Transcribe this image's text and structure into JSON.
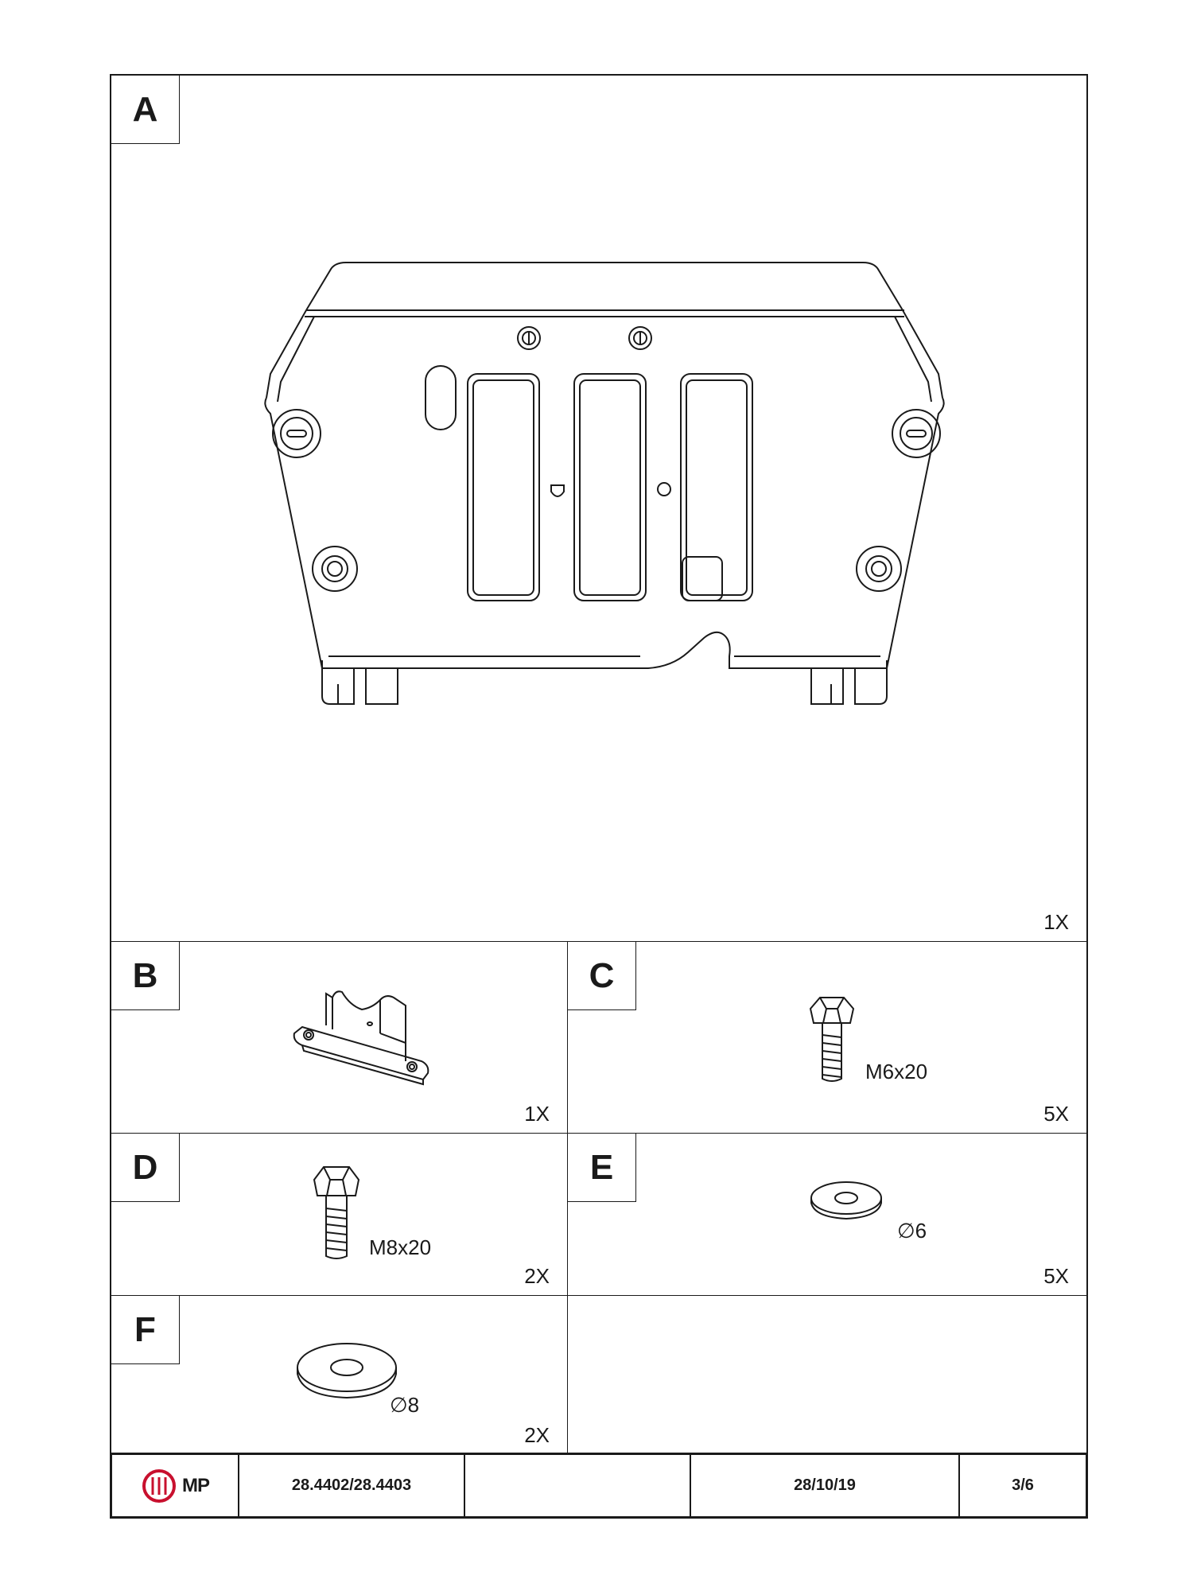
{
  "parts": [
    {
      "id": "A",
      "qty": "1X",
      "size": ""
    },
    {
      "id": "B",
      "qty": "1X",
      "size": ""
    },
    {
      "id": "C",
      "qty": "5X",
      "size": "M6x20"
    },
    {
      "id": "D",
      "qty": "2X",
      "size": "M8x20"
    },
    {
      "id": "E",
      "qty": "5X",
      "size": "∅6"
    },
    {
      "id": "F",
      "qty": "2X",
      "size": "∅8"
    }
  ],
  "footer": {
    "logo_text": "MP",
    "part_number": "28.4402/28.4403",
    "blank": "",
    "date": "28/10/19",
    "page": "3/6"
  },
  "colors": {
    "line": "#1a1a1a",
    "logo_red": "#c8102e"
  }
}
